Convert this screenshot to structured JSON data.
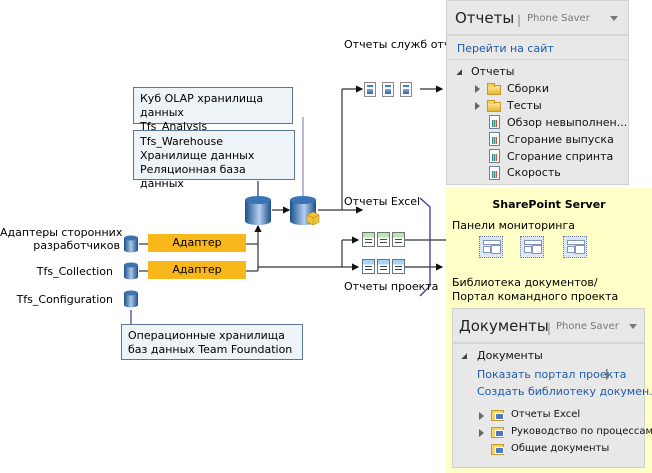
{
  "diagram": {
    "reporting_services_label": "Отчеты служб отчетов",
    "excel_reports_label": "Отчеты Excel",
    "project_reports_label": "Отчеты проекта",
    "olap_box": [
      "Куб OLAP хранилища данных",
      "Tfs_Analysis"
    ],
    "warehouse_box": [
      "Tfs_Warehouse",
      "Хранилище данных",
      "Реляционная база данных"
    ],
    "operational_box": [
      "Операционные хранилища",
      "баз данных Team Foundation"
    ],
    "sources": [
      {
        "label": "Адаптеры сторонних разработчиков",
        "label_lines": [
          "Адаптеры сторонних",
          "разработчиков"
        ],
        "adapter": "Адаптер"
      },
      {
        "label": "Tfs_Collection",
        "adapter": "Адаптер"
      },
      {
        "label": "Tfs_Configuration"
      }
    ],
    "colors": {
      "adapter": "#f8b81c",
      "infobox_bg": "#eef3f8",
      "infobox_border": "#5a7595",
      "sharepoint_bg": "#ffffc8",
      "link": "#1e5aa8",
      "bracket": "#3a3a8c"
    }
  },
  "reports_panel": {
    "title": "Отчеты",
    "separator": "|",
    "subtitle": "Phone Saver",
    "go_to_site": "Перейти на сайт",
    "root": "Отчеты",
    "items": [
      {
        "label": "Сборки",
        "icon": "folder-icon",
        "expandable": true
      },
      {
        "label": "Тесты",
        "icon": "folder-icon",
        "expandable": true
      },
      {
        "label": "Обзор невыполнен...",
        "icon": "report-icon",
        "expandable": false
      },
      {
        "label": "Сгорание выпуска",
        "icon": "report-icon",
        "expandable": false
      },
      {
        "label": "Сгорание спринта",
        "icon": "report-icon",
        "expandable": false
      },
      {
        "label": "Скорость",
        "icon": "report-icon",
        "expandable": false
      }
    ]
  },
  "sharepoint": {
    "title": "SharePoint Server",
    "dashboards_label": "Панели мониторинга",
    "library_label": [
      "Библиотека документов/",
      "Портал командного проекта"
    ]
  },
  "documents_panel": {
    "title": "Документы",
    "separator": "|",
    "subtitle": "Phone Saver",
    "root": "Документы",
    "show_portal": "Показать портал проекта",
    "link_separator": "|",
    "create_library": "Создать библиотеку докумен...",
    "items": [
      {
        "label": "Отчеты Excel",
        "expandable": true
      },
      {
        "label": "Руководство по процессам",
        "expandable": true
      },
      {
        "label": "Общие документы",
        "expandable": false
      }
    ]
  }
}
